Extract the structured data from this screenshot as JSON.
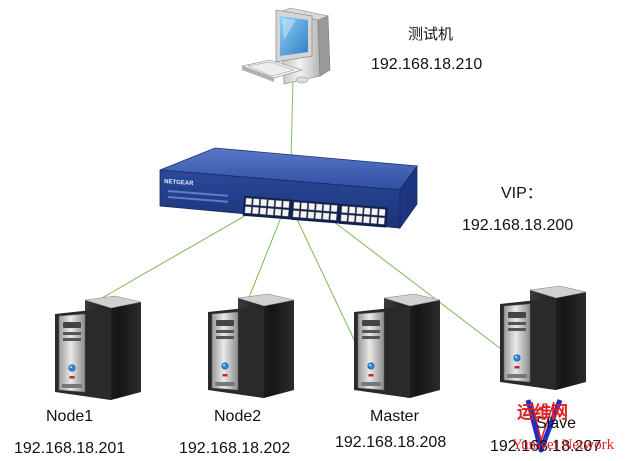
{
  "test_machine": {
    "name": "测试机",
    "ip": "192.168.18.210"
  },
  "switch": {
    "brand": "NETGEAR"
  },
  "vip": {
    "label": "VIP：",
    "ip": "192.168.18.200"
  },
  "servers": [
    {
      "name": "Node1",
      "ip": "192.168.18.201"
    },
    {
      "name": "Node2",
      "ip": "192.168.18.202"
    },
    {
      "name": "Master",
      "ip": "192.168.18.208"
    },
    {
      "name": "Slave",
      "ip": "192.168.18.207"
    }
  ],
  "watermark": {
    "text_cn": "运维网",
    "text_en": "Yunwei Network"
  },
  "colors": {
    "link": "#7dba55",
    "switch_body": "#2d4fa3",
    "watermark_red": "#e02020",
    "watermark_blue": "#1f2fc8"
  }
}
